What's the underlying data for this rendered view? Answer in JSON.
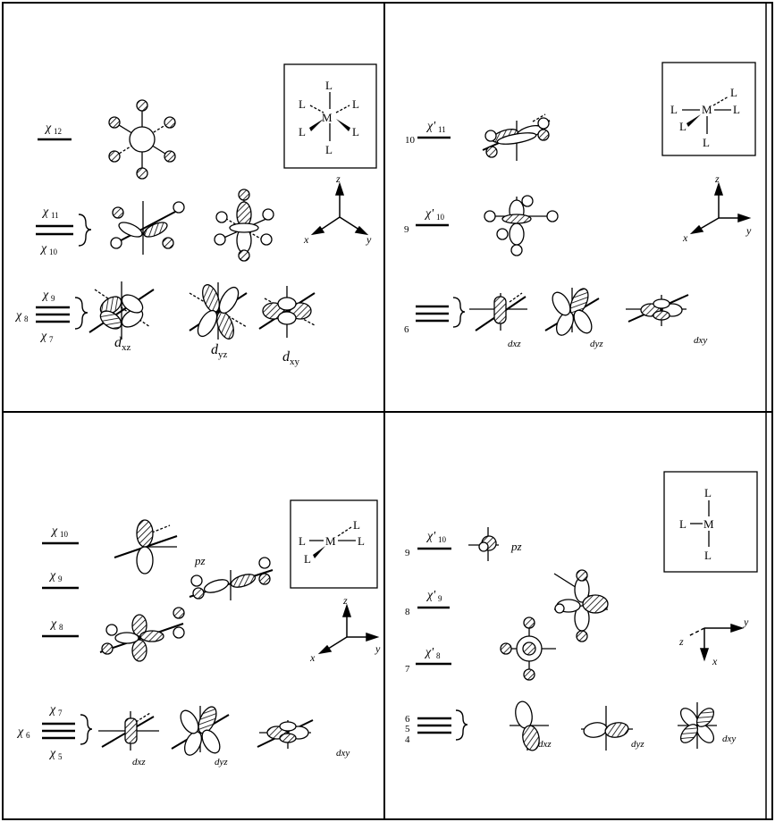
{
  "panels": [
    {
      "id": "octahedral",
      "geometry": {
        "M": "M",
        "L": "L"
      },
      "levels": [
        {
          "sym": "χ",
          "sub": "12"
        },
        {
          "sym": "χ",
          "sub": "11"
        },
        {
          "sym": "χ",
          "sub": "10"
        },
        {
          "sym": "χ",
          "sub": "9"
        },
        {
          "sym": "χ",
          "sub": "8"
        },
        {
          "sym": "χ",
          "sub": "7"
        }
      ],
      "orbital_labels": {
        "d1": "d",
        "s1": "xz",
        "d2": "d",
        "s2": "yz",
        "d3": "d",
        "s3": "xy"
      },
      "axes": {
        "z": "z",
        "x": "x",
        "y": "y"
      }
    },
    {
      "id": "square-pyramidal",
      "levels": [
        {
          "num": "10",
          "sym": "χ'",
          "sub": "11"
        },
        {
          "num": "9",
          "sym": "χ'",
          "sub": "10"
        },
        {
          "num": "6"
        }
      ],
      "orbital_labels": {
        "l1": "dxz",
        "l2": "dyz",
        "l3": "dxy"
      },
      "axes": {
        "z": "z",
        "x": "x",
        "y": "y"
      }
    },
    {
      "id": "trigonal-bipyramidal",
      "levels": [
        {
          "sym": "χ",
          "sub": "10"
        },
        {
          "sym": "χ",
          "sub": "9"
        },
        {
          "sym": "χ",
          "sub": "8"
        },
        {
          "sym": "χ",
          "sub": "7"
        },
        {
          "sym": "χ",
          "sub": "6"
        },
        {
          "sym": "χ",
          "sub": "5"
        }
      ],
      "orbital_labels": {
        "pz": "pz",
        "l1": "dxz",
        "l2": "dyz",
        "l3": "dxy"
      },
      "axes": {
        "z": "z",
        "x": "x",
        "y": "y"
      }
    },
    {
      "id": "t-shaped",
      "levels": [
        {
          "num": "9",
          "sym": "χ'",
          "sub": "10"
        },
        {
          "num": "8",
          "sym": "χ'",
          "sub": "9"
        },
        {
          "num": "7",
          "sym": "χ'",
          "sub": "8"
        },
        {
          "num": "6"
        },
        {
          "num": "5"
        },
        {
          "num": "4"
        }
      ],
      "orbital_labels": {
        "pz": "pz",
        "l1": "dxz",
        "l2": "dyz",
        "l3": "dxy"
      },
      "axes": {
        "z": "z",
        "x": "x",
        "y": "y"
      }
    }
  ]
}
